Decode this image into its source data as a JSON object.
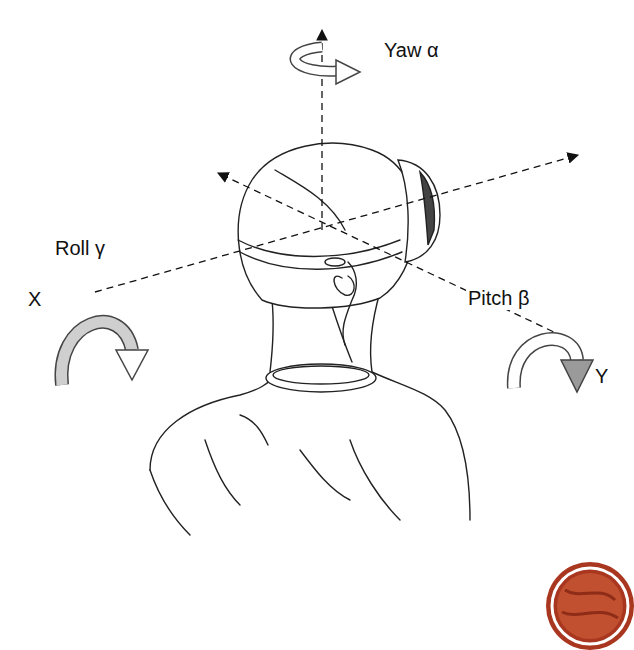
{
  "diagram": {
    "labels": [
      "Yaw α",
      "Roll γ",
      "X",
      "Pitch β",
      "Y"
    ]
  }
}
